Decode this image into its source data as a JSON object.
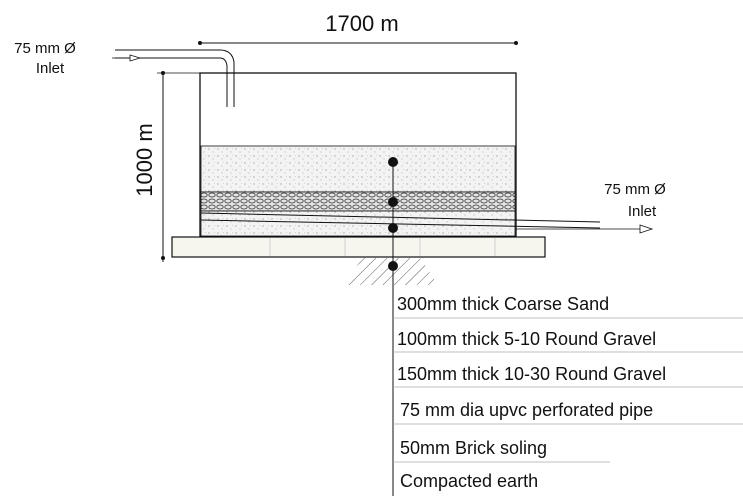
{
  "dimensions": {
    "width_label": "1700 m",
    "height_label": "1000 m"
  },
  "inlet_top": {
    "line1": "75 mm Ø",
    "line2": "Inlet"
  },
  "inlet_right": {
    "line1": "75 mm Ø",
    "line2": "Inlet"
  },
  "legend": {
    "items": [
      "300mm thick Coarse Sand",
      "100mm thick 5-10 Round Gravel",
      "150mm thick 10-30 Round Gravel",
      "75 mm dia upvc perforated  pipe",
      "50mm Brick soling",
      "Compacted earth"
    ]
  },
  "colors": {
    "line": "#111111",
    "sand": "#f1f1f1",
    "gravel": "#cfcfcf",
    "slab": "#f6f6ee"
  }
}
